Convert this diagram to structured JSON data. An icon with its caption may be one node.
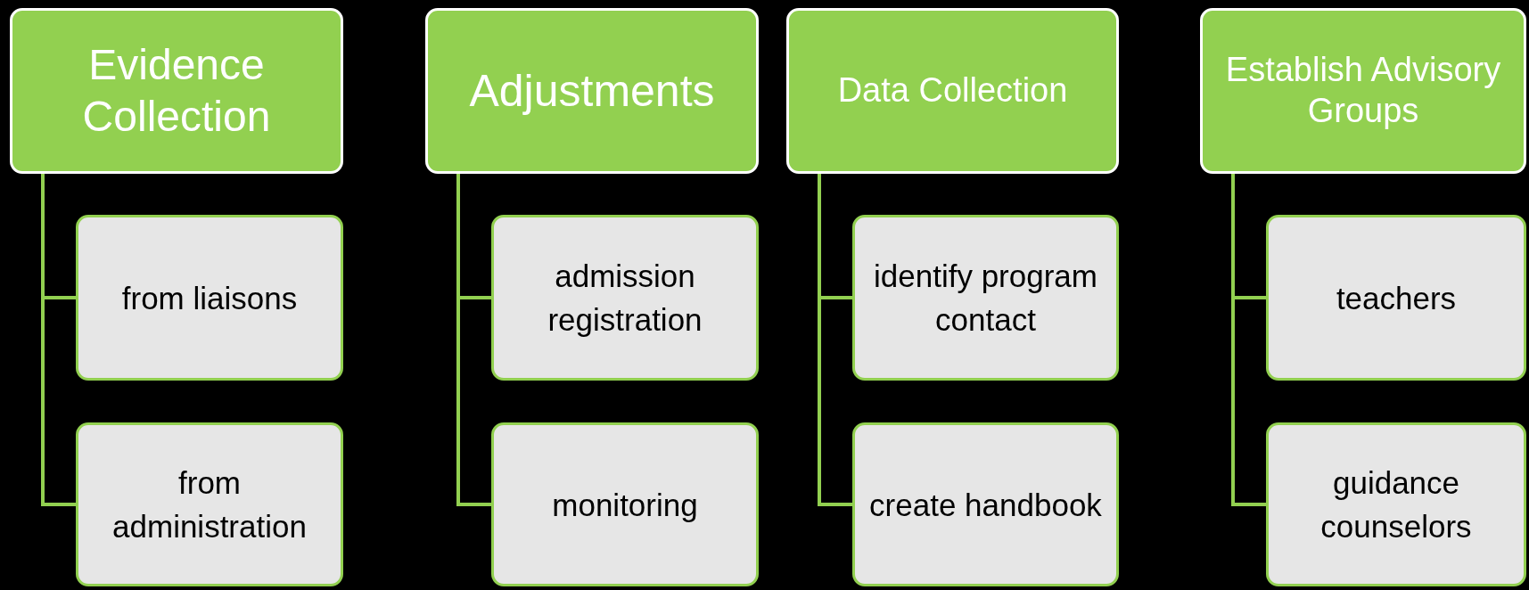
{
  "diagram": {
    "nodes": [
      {
        "text": [
          "Evidence Collection"
        ]
      },
      {
        "text": [
          "from liaisons"
        ]
      },
      {
        "text": [
          "from administration"
        ]
      },
      {
        "text": [
          "Adjustments"
        ]
      },
      {
        "text": [
          "admission registration"
        ]
      },
      {
        "text": [
          "monitoring"
        ]
      },
      {
        "text": [
          "Data Collection"
        ]
      },
      {
        "text": [
          "identify program contact"
        ]
      },
      {
        "text": [
          "create handbook"
        ]
      },
      {
        "text": [
          "Establish Advisory Groups"
        ]
      },
      {
        "text": [
          "teachers"
        ]
      },
      {
        "text": [
          "guidance counselors"
        ]
      }
    ],
    "edges": [
      {
        "from": 0,
        "to": 1,
        "arrow": "none"
      },
      {
        "from": 0,
        "to": 2,
        "arrow": "none"
      },
      {
        "from": 3,
        "to": 4,
        "arrow": "none"
      },
      {
        "from": 3,
        "to": 5,
        "arrow": "none"
      },
      {
        "from": 6,
        "to": 7,
        "arrow": "none"
      },
      {
        "from": 6,
        "to": 8,
        "arrow": "none"
      },
      {
        "from": 9,
        "to": 10,
        "arrow": "none"
      },
      {
        "from": 9,
        "to": 11,
        "arrow": "none"
      }
    ]
  }
}
